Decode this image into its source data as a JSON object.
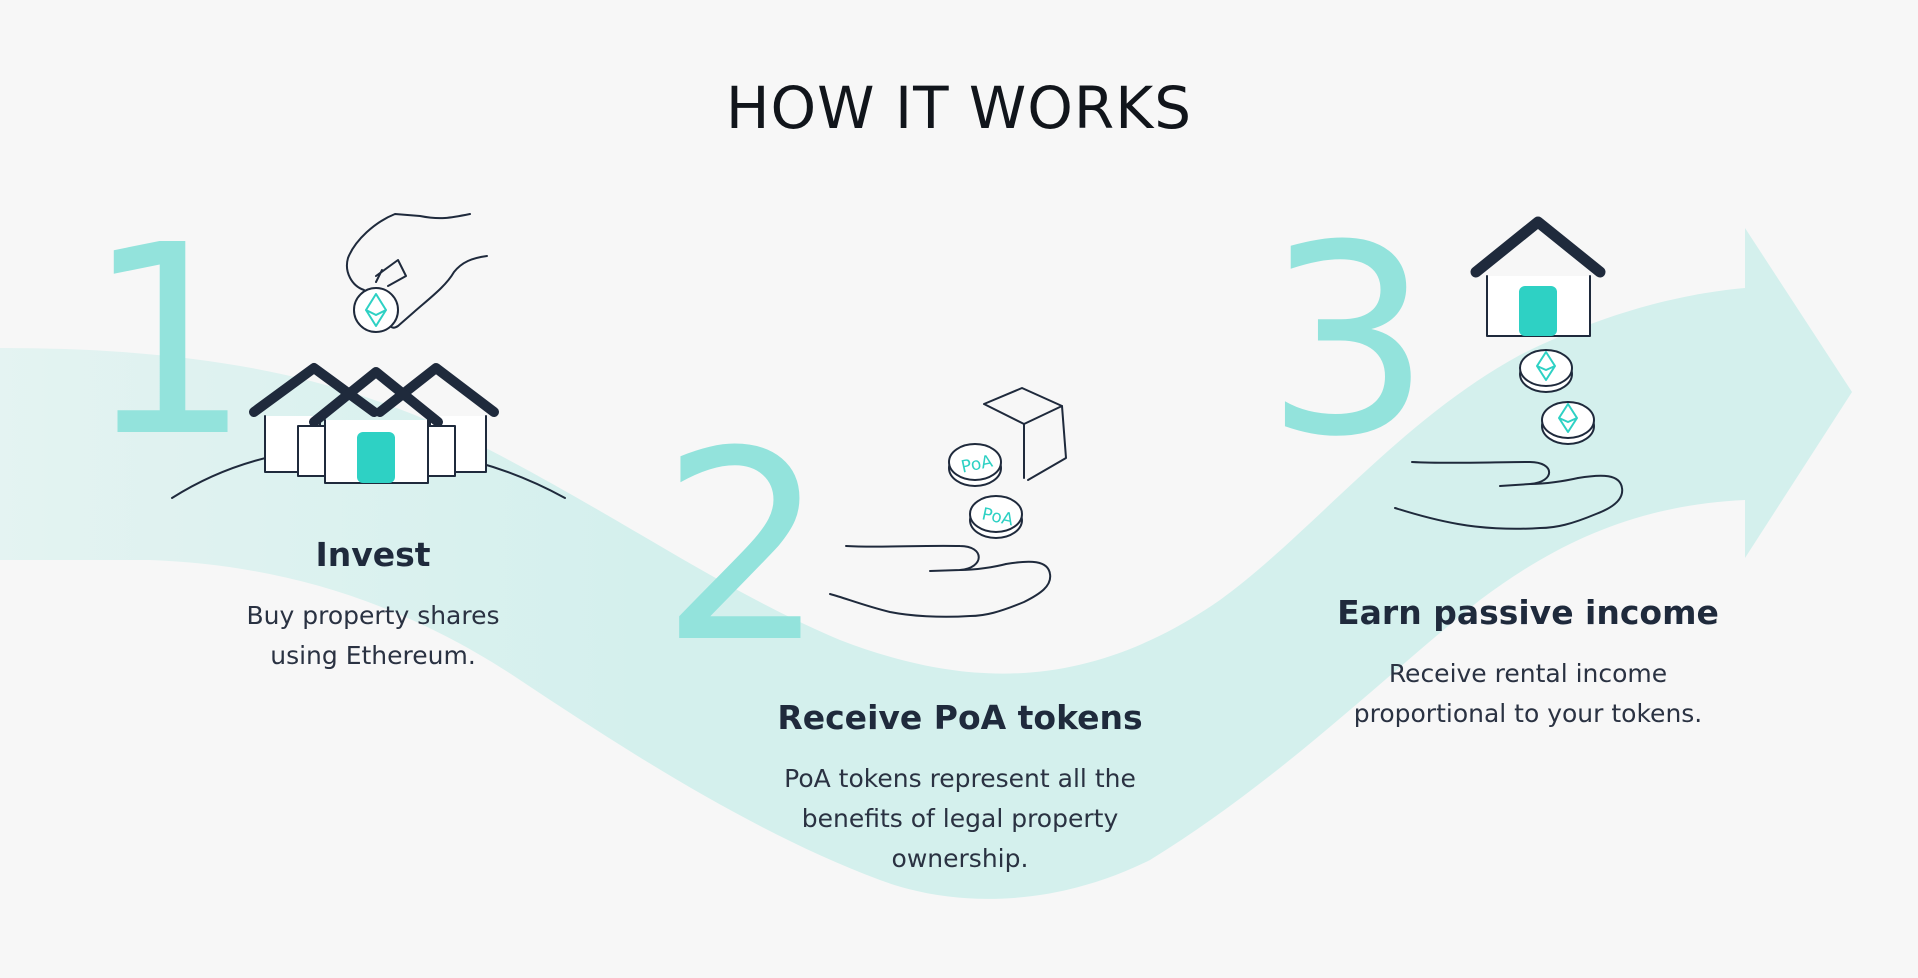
{
  "title": "HOW IT WORKS",
  "steps": [
    {
      "number": "1",
      "title": "Invest",
      "description": "Buy property shares using Ethereum.",
      "icon": "hand-dropping-coin-over-houses"
    },
    {
      "number": "2",
      "title": "Receive PoA tokens",
      "description": "PoA tokens represent all the benefits of legal property ownership.",
      "icon": "hand-receiving-poa-tokens",
      "token_label": "PoA"
    },
    {
      "number": "3",
      "title": "Earn passive income",
      "description": "Receive rental income proportional to your tokens.",
      "icon": "house-dropping-coins-into-hand"
    }
  ],
  "colors": {
    "background": "#f7f7f7",
    "accent": "#2ed1c4",
    "numeral": "#93e3dc",
    "wave": "#d4f0ed",
    "ink": "#1f2a3c"
  }
}
